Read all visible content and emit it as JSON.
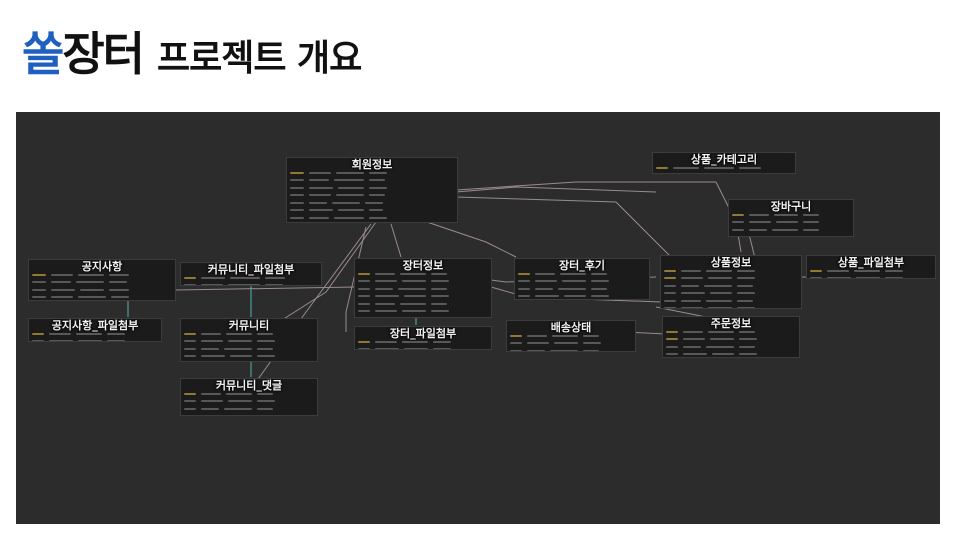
{
  "title": {
    "part1": "쏠",
    "part2": "장터",
    "part3": "프로젝트 개요"
  },
  "diagram": {
    "tables": [
      {
        "id": "member",
        "name": "회원정보",
        "rows": 11
      },
      {
        "id": "category",
        "name": "상품_카테고리",
        "rows": 2
      },
      {
        "id": "cart",
        "name": "장바구니",
        "rows": 5
      },
      {
        "id": "notice",
        "name": "공지사항",
        "rows": 5
      },
      {
        "id": "community_file",
        "name": "커뮤니티_파일첨부",
        "rows": 2
      },
      {
        "id": "market",
        "name": "장터정보",
        "rows": 8
      },
      {
        "id": "market_review",
        "name": "장터_후기",
        "rows": 5
      },
      {
        "id": "product",
        "name": "상품정보",
        "rows": 7
      },
      {
        "id": "product_file",
        "name": "상품_파일첨부",
        "rows": 2
      },
      {
        "id": "notice_file",
        "name": "공지사항_파일첨부",
        "rows": 2
      },
      {
        "id": "community",
        "name": "커뮤니티",
        "rows": 5
      },
      {
        "id": "market_file",
        "name": "장터_파일첨부",
        "rows": 2
      },
      {
        "id": "delivery",
        "name": "배송상태",
        "rows": 3
      },
      {
        "id": "order",
        "name": "주문정보",
        "rows": 5
      },
      {
        "id": "community_comment",
        "name": "커뮤니티_댓글",
        "rows": 5
      }
    ]
  }
}
